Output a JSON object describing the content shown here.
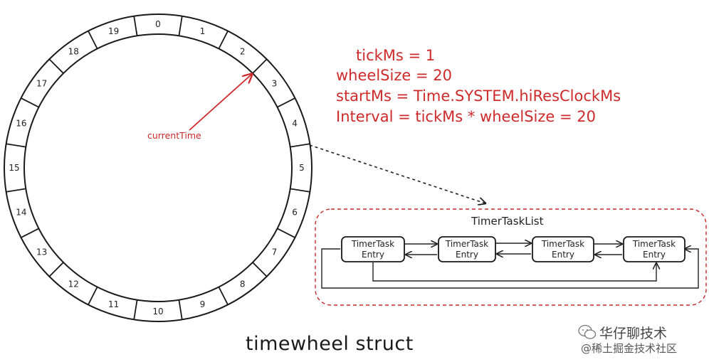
{
  "wheel": {
    "slots": [
      "0",
      "1",
      "2",
      "3",
      "4",
      "5",
      "6",
      "7",
      "8",
      "9",
      "10",
      "11",
      "12",
      "13",
      "14",
      "15",
      "16",
      "17",
      "18",
      "19"
    ],
    "pointer_label": "currentTime",
    "current_slot": "2"
  },
  "formulas": [
    "tickMs = 1",
    "wheelSize = 20",
    "startMs = Time.SYSTEM.hiResClockMs",
    "Interval = tickMs * wheelSize = 20"
  ],
  "task_list": {
    "title": "TimerTaskList",
    "entries": [
      {
        "line1": "TimerTask",
        "line2": "Entry"
      },
      {
        "line1": "TimerTask",
        "line2": "Entry"
      },
      {
        "line1": "TimerTask",
        "line2": "Entry"
      },
      {
        "line1": "TimerTask",
        "line2": "Entry"
      }
    ]
  },
  "caption": "timewheel struct",
  "watermark": {
    "line1": "华仔聊技术",
    "line2": "@稀土掘金技术社区"
  },
  "colors": {
    "accent": "#cf2a2a",
    "ink": "#1a1a1a"
  }
}
